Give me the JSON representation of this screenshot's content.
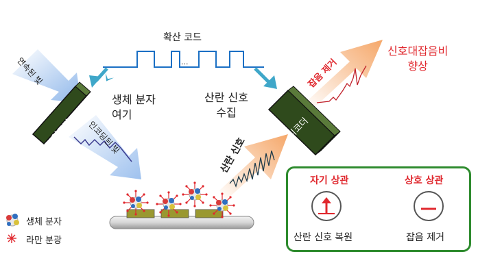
{
  "labels": {
    "diffusion_code": "확산 코드",
    "dots": "...",
    "collimated_beam": "연속된 빛",
    "encoder": "인코더",
    "excite_biomolecule": "생체 분자\n여기",
    "encoded_beam": "인코딩된 빛",
    "scatter_signal_collect": "산란 신호\n수집",
    "scatter_signal": "산란 신호",
    "decoder": "디코더",
    "noise_removal_arrow": "잡음 제거",
    "snr_improve": "신호대잡음비\n향상"
  },
  "panel": {
    "auto_corr_title": "자기 상관",
    "cross_corr_title": "상호 상관",
    "auto_corr_caption": "산란 신호 복원",
    "cross_corr_caption": "잡음 제거"
  },
  "legend": {
    "biomolecule": "생체 분자",
    "raman": "라만 분광"
  },
  "colors": {
    "code_blue": "#1a6fc4",
    "arrow_teal": "#3fa7c9",
    "box_green": "#2f4a1c",
    "panel_green": "#2e8b2e",
    "accent_red": "#e0282e",
    "beam_blue": "#a9c8ef",
    "beam_orange": "#f6b17a"
  }
}
